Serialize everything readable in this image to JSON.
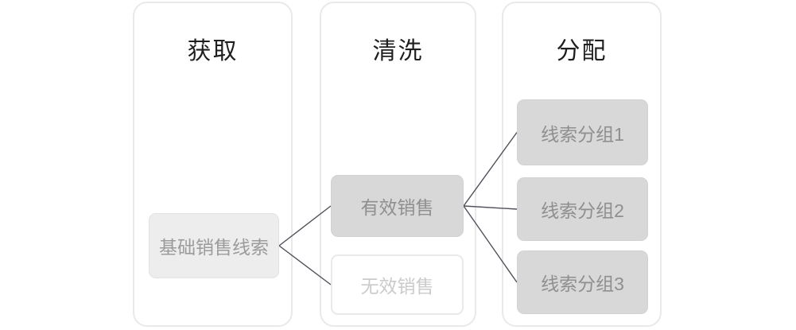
{
  "colors": {
    "edge": "#50505a",
    "card_border": "#e9e9e9",
    "filled_node_bg": "#d8d8d8",
    "light_node_bg": "#ededed",
    "outline_node_bg": "#ffffff",
    "filled_node_text": "#8f8f8f",
    "light_node_text": "#9b9b9b",
    "outline_node_text": "#cbcbcb",
    "header_text": "#1f1f1f"
  },
  "columns": [
    {
      "id": "acquire",
      "title": "获取"
    },
    {
      "id": "clean",
      "title": "清洗"
    },
    {
      "id": "assign",
      "title": "分配"
    }
  ],
  "nodes": [
    {
      "id": "base-leads",
      "label": "基础销售线索",
      "column": "acquire",
      "style": "light"
    },
    {
      "id": "valid-sales",
      "label": "有效销售",
      "column": "clean",
      "style": "filled"
    },
    {
      "id": "invalid-sales",
      "label": "无效销售",
      "column": "clean",
      "style": "outline"
    },
    {
      "id": "lead-group-1",
      "label": "线索分组1",
      "column": "assign",
      "style": "filled"
    },
    {
      "id": "lead-group-2",
      "label": "线索分组2",
      "column": "assign",
      "style": "filled"
    },
    {
      "id": "lead-group-3",
      "label": "线索分组3",
      "column": "assign",
      "style": "filled"
    }
  ],
  "edges": [
    {
      "from": "base-leads",
      "to": "valid-sales"
    },
    {
      "from": "base-leads",
      "to": "invalid-sales"
    },
    {
      "from": "valid-sales",
      "to": "lead-group-1"
    },
    {
      "from": "valid-sales",
      "to": "lead-group-2"
    },
    {
      "from": "valid-sales",
      "to": "lead-group-3"
    }
  ]
}
